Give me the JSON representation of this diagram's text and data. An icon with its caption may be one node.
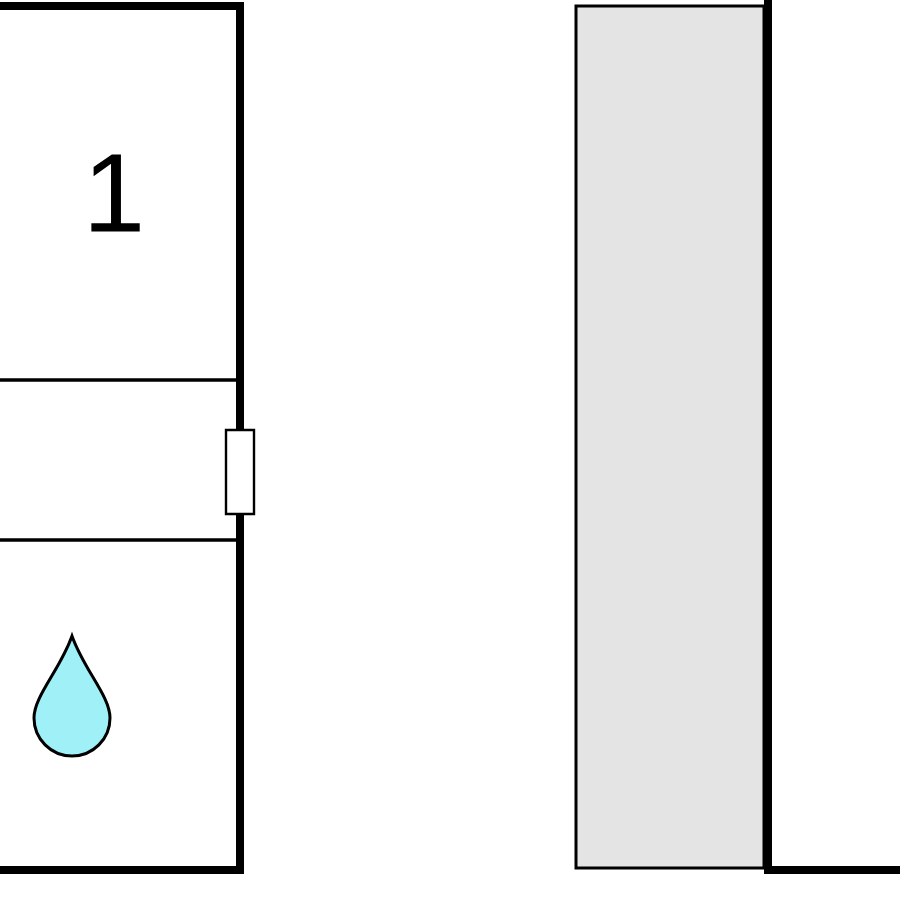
{
  "diagram": {
    "nodes": [
      {
        "text": [
          "1"
        ]
      },
      {
        "text": [],
        "shape": "box"
      },
      {
        "text": [],
        "shape": "box"
      }
    ]
  }
}
